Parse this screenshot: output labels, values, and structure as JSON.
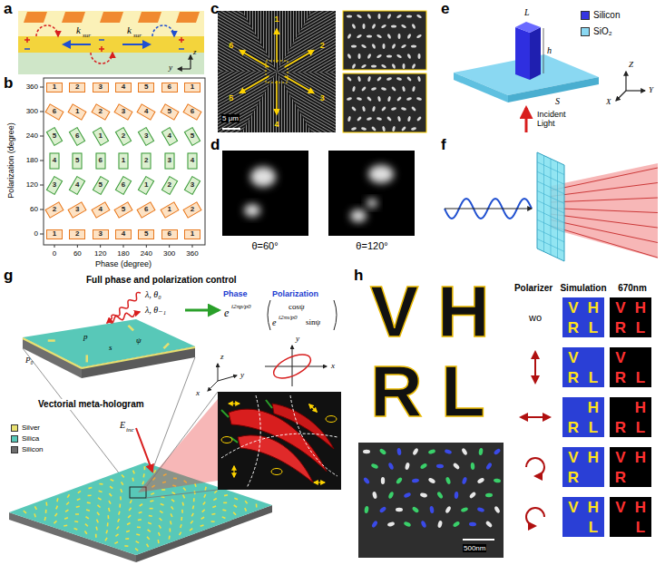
{
  "diagram": {
    "nodes": [
      {
        "text": [
          "1"
        ]
      },
      {
        "text": [
          "2"
        ]
      },
      {
        "text": [
          "3"
        ]
      },
      {
        "text": [
          "4"
        ]
      },
      {
        "text": [
          "5"
        ]
      },
      {
        "text": [
          "6"
        ]
      },
      {
        "text": [
          "1"
        ]
      },
      {
        "text": [
          "6"
        ]
      },
      {
        "text": [
          "1"
        ]
      },
      {
        "text": [
          "2"
        ]
      },
      {
        "text": [
          "3"
        ]
      },
      {
        "text": [
          "4"
        ]
      },
      {
        "text": [
          "5"
        ]
      },
      {
        "text": [
          "6"
        ]
      },
      {
        "text": [
          "5"
        ]
      },
      {
        "text": [
          "6"
        ]
      },
      {
        "text": [
          "1"
        ]
      },
      {
        "text": [
          "2"
        ]
      },
      {
        "text": [
          "3"
        ]
      },
      {
        "text": [
          "4"
        ]
      },
      {
        "text": [
          "5"
        ]
      },
      {
        "text": [
          "4"
        ]
      },
      {
        "text": [
          "5"
        ]
      },
      {
        "text": [
          "6"
        ]
      },
      {
        "text": [
          "1"
        ]
      },
      {
        "text": [
          "2"
        ]
      },
      {
        "text": [
          "3"
        ]
      },
      {
        "text": [
          "4"
        ]
      },
      {
        "text": [
          "3"
        ]
      },
      {
        "text": [
          "4"
        ]
      },
      {
        "text": [
          "5"
        ]
      },
      {
        "text": [
          "6"
        ]
      },
      {
        "text": [
          "1"
        ]
      },
      {
        "text": [
          "2"
        ]
      },
      {
        "text": [
          "3"
        ]
      },
      {
        "text": [
          "2"
        ]
      },
      {
        "text": [
          "3"
        ]
      },
      {
        "text": [
          "4"
        ]
      },
      {
        "text": [
          "5"
        ]
      },
      {
        "text": [
          "6"
        ]
      },
      {
        "text": [
          "1"
        ]
      },
      {
        "text": [
          "2"
        ]
      },
      {
        "text": [
          "1"
        ]
      },
      {
        "text": [
          "2"
        ]
      },
      {
        "text": [
          "3"
        ]
      },
      {
        "text": [
          "4"
        ]
      },
      {
        "text": [
          "5"
        ]
      },
      {
        "text": [
          "6"
        ]
      },
      {
        "text": [
          "1"
        ]
      }
    ],
    "labels": [
      "a",
      "b",
      "c",
      "d",
      "e",
      "f",
      "g",
      "h",
      "k",
      "sur",
      "k",
      "sur",
      "z",
      "y",
      "Polarization (degree)",
      "Phase (degree)",
      "0",
      "60",
      "120",
      "180",
      "240",
      "300",
      "360",
      "0",
      "60",
      "120",
      "180",
      "240",
      "300",
      "360",
      "1",
      "2",
      "3",
      "4",
      "5",
      "6",
      "5 μm",
      "θ=60°",
      "θ=120°",
      "L",
      "h",
      "S",
      "Incident Light",
      "Z",
      "Y",
      "X",
      "Full phase and polarization control",
      "λ, θ₀",
      "λ, θ₋₁",
      "Phase",
      "Polarization",
      "e",
      "i2πp/p0",
      "cosψ",
      "e",
      "i2πs/p0",
      "sinψ",
      "y",
      "x",
      "p",
      "s",
      "ψ",
      "P₀",
      "z",
      "y",
      "x",
      "Vectorial meta-hologram",
      "E",
      "inc",
      "V",
      "H",
      "R",
      "L",
      "Polarizer",
      "Simulation",
      "670nm",
      "wo",
      "500nm",
      "V",
      "H",
      "R",
      "L",
      "V",
      "H",
      "R",
      "L",
      "V",
      "R",
      "L",
      "V",
      "R",
      "L",
      "H",
      "R",
      "L",
      "H",
      "R",
      "L",
      "V",
      "H",
      "R",
      "V",
      "H",
      "R",
      "V",
      "H",
      "L",
      "V",
      "H",
      "L"
    ],
    "legend": [
      {
        "text": "Silicon",
        "color": "#3535e0"
      },
      {
        "text": "SiO₂",
        "color": "#8ad8f2"
      },
      {
        "text": "Silver",
        "color": "#e8e070"
      },
      {
        "text": "Silica",
        "color": "#58c8b8"
      },
      {
        "text": "Silicon",
        "color": "#6e6e6e"
      }
    ]
  }
}
